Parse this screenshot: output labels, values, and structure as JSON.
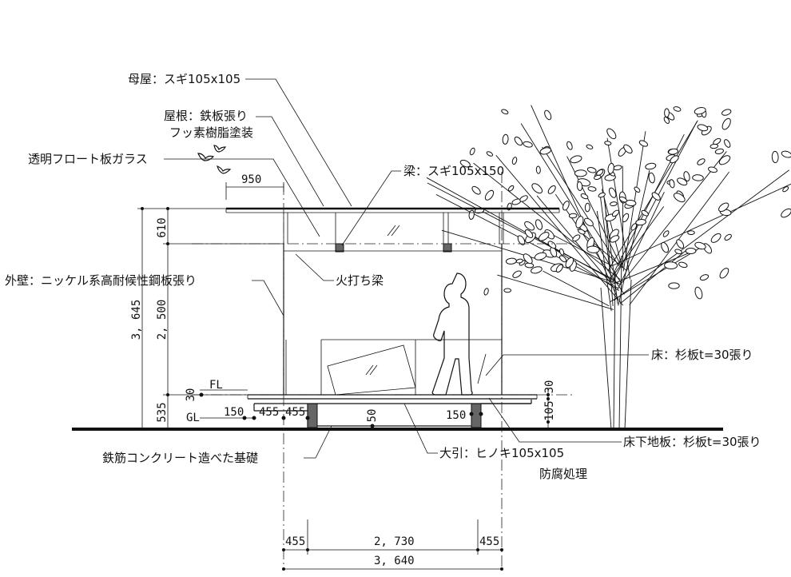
{
  "callouts": {
    "purlin": "母屋：スギ105x105",
    "roof_line1": "屋根：鉄板張り",
    "roof_line2": "フッ素樹脂塗装",
    "glass": "透明フロート板ガラス",
    "beam": "梁：スギ105x150",
    "wall": "外壁：ニッケル系高耐候性鋼板張り",
    "fire_beam": "火打ち梁",
    "floor": "床：杉板t=30張り",
    "subfloor": "床下地板：杉板t=30張り",
    "foundation": "鉄筋コンクリート造べた基礎",
    "sill_line1": "大引：ヒノキ105x105",
    "sill_line2": "防腐処理"
  },
  "levels": {
    "fl": "FL",
    "gl": "GL"
  },
  "dimensions": {
    "eave": "950",
    "roof_depth": "610",
    "total_height": "3, 645",
    "wall_height": "2, 500",
    "floor_thick": "30",
    "floor_thick_right": "30",
    "base_height": "535",
    "base_right": "105",
    "offset_150_left": "150",
    "offset_455_a": "455",
    "offset_455_b": "455",
    "slab_50": "50",
    "offset_150_right": "150",
    "span_left": "455",
    "span_mid": "2, 730",
    "span_right": "455",
    "span_total": "3, 640"
  },
  "colors": {
    "line": "#111111",
    "background": "#ffffff"
  }
}
